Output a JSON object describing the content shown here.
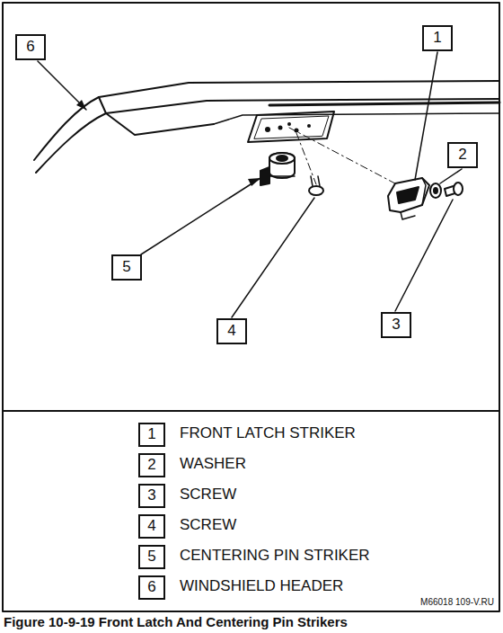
{
  "diagram": {
    "caption": "Figure 10-9-19 Front Latch And Centering Pin Strikers",
    "nodes": [
      {
        "text": [
          "6"
        ]
      },
      {
        "text": [
          "1"
        ]
      },
      {
        "text": [
          "2"
        ]
      },
      {
        "text": [
          "5"
        ]
      },
      {
        "text": [
          "3"
        ]
      },
      {
        "text": [
          "4"
        ]
      },
      {
        "text": [
          "1"
        ]
      },
      {
        "text": [
          "2"
        ]
      },
      {
        "text": [
          "3"
        ]
      },
      {
        "text": [
          "4"
        ]
      },
      {
        "text": [
          "5"
        ]
      },
      {
        "text": [
          "6"
        ]
      }
    ],
    "labels": [
      "FRONT LATCH STRIKER",
      "WASHER",
      "SCREW",
      "SCREW",
      "CENTERING PIN STRIKER",
      "WINDSHIELD HEADER",
      "M66018 109-V.RU"
    ]
  }
}
